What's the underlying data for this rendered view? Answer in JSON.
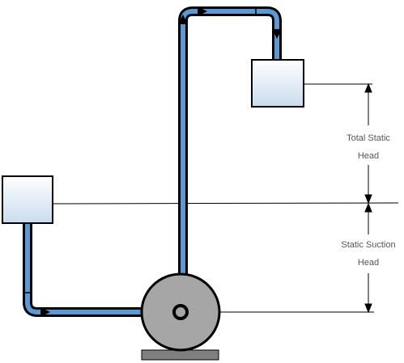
{
  "labels": {
    "total_static_head": {
      "line1": "Total Static",
      "line2": "Head"
    },
    "static_suction_head": {
      "line1": "Static Suction",
      "line2": "Head"
    }
  },
  "colors": {
    "pipe_fill": "#5b9bd5",
    "pipe_outline": "#000000",
    "pump_casing": "#a6a6a6",
    "pump_base": "#7f7f7f",
    "tank_water_top": "#ffffff",
    "tank_water_bottom": "#c9dcef",
    "dimension_line": "#000000"
  },
  "icons": {
    "flow_arrow": "triangle-arrowhead",
    "dimension_arrow": "double-headed-arrow"
  }
}
